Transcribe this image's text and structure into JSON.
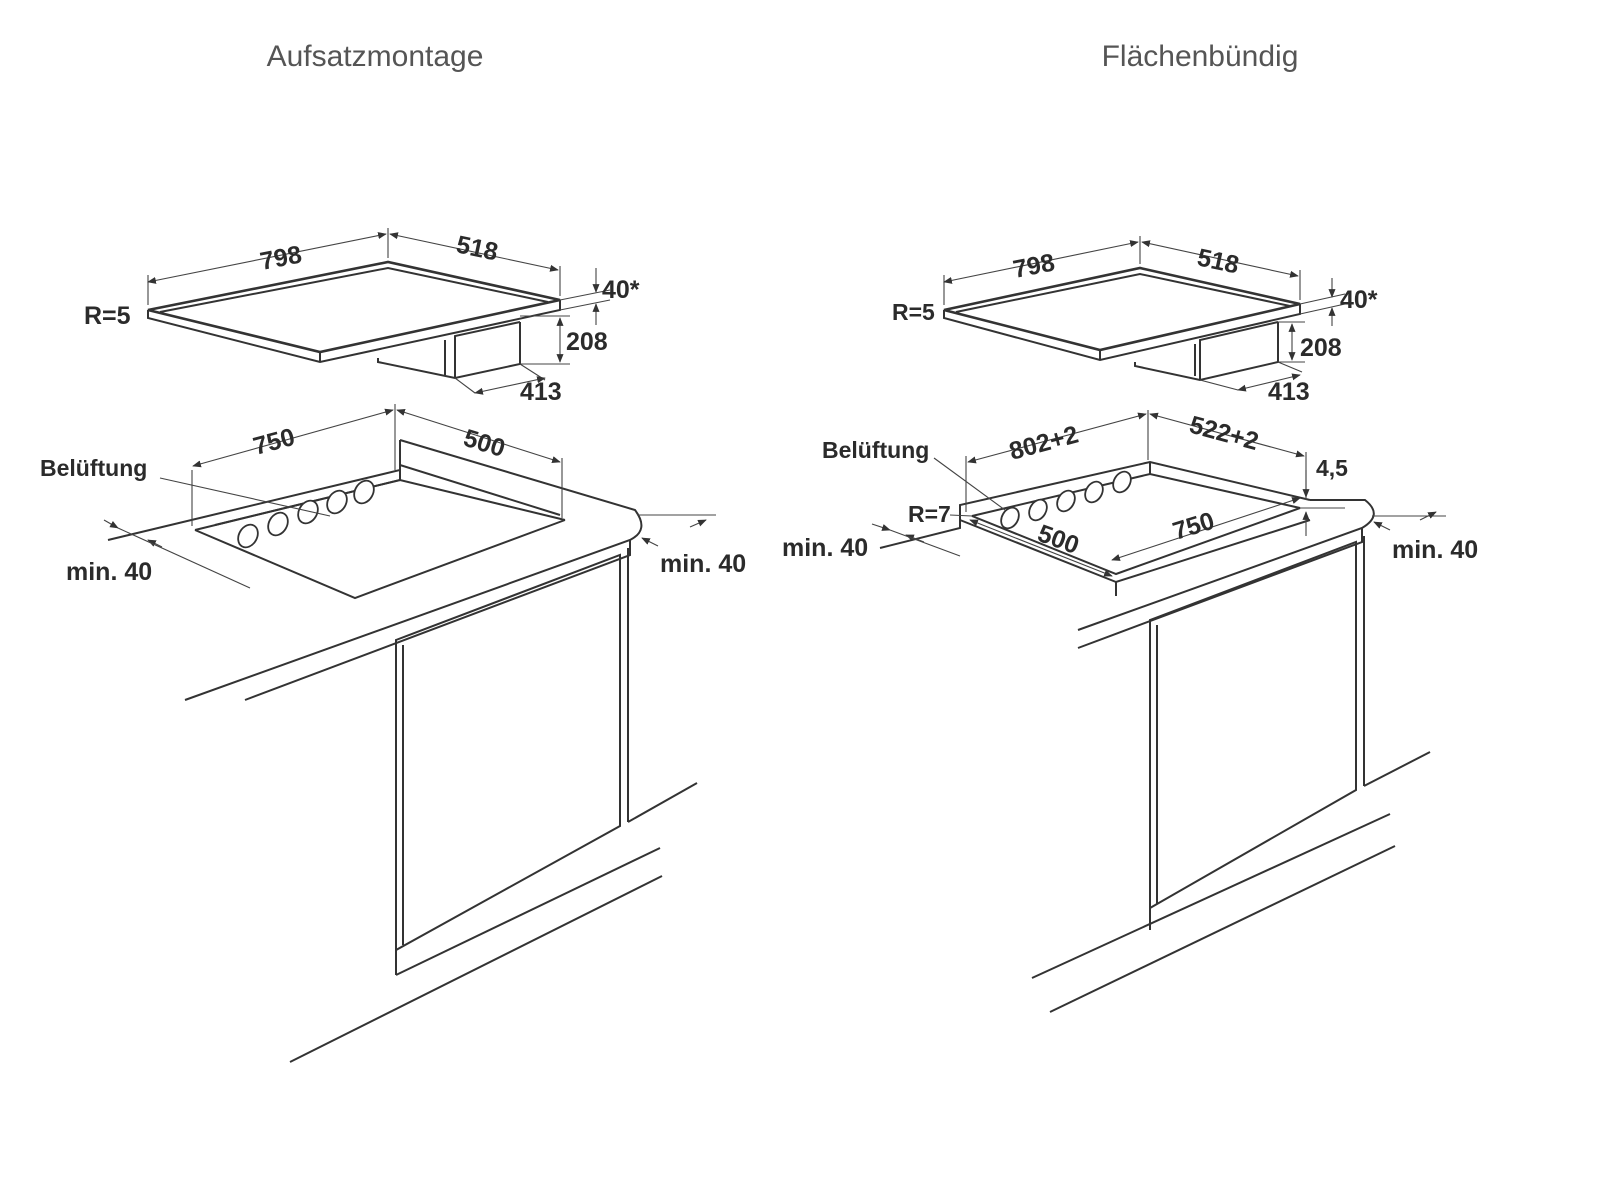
{
  "titles": {
    "left": "Aufsatzmontage",
    "right": "Flächenbündig"
  },
  "left": {
    "hob": {
      "width": "798",
      "depth": "518",
      "height_top": "40*",
      "height_box": "208",
      "box_depth": "413",
      "radius": "R=5"
    },
    "cutout": {
      "width": "750",
      "depth": "500"
    },
    "ventilation": "Belüftung",
    "clearance_left": "min. 40",
    "clearance_right": "min. 40"
  },
  "right": {
    "hob": {
      "width": "798",
      "depth": "518",
      "height_top": "40*",
      "height_box": "208",
      "box_depth": "413",
      "radius": "R=5"
    },
    "rebate": {
      "width": "802+2",
      "depth": "522+2",
      "height": "4,5",
      "radius": "R=7"
    },
    "cutout": {
      "width": "750",
      "depth": "500"
    },
    "ventilation": "Belüftung",
    "clearance_left": "min. 40",
    "clearance_right": "min. 40"
  }
}
